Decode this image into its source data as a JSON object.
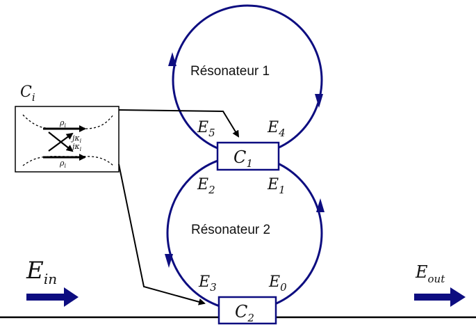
{
  "colors": {
    "ring": "#0d0d80",
    "ink": "#000000"
  },
  "coupler_inset": {
    "title": "C",
    "title_sub": "i",
    "rho_top": "ρ",
    "rho_top_sub": "i",
    "rho_bottom": "ρ",
    "rho_bottom_sub": "i",
    "kappa_top": "jκ",
    "kappa_top_sub": "i",
    "kappa_bottom": "jκ",
    "kappa_bottom_sub": "i"
  },
  "resonators": {
    "r1_label": "Résonateur 1",
    "r2_label": "Résonateur 2"
  },
  "couplers": {
    "c1": {
      "name": "C",
      "sub": "1"
    },
    "c2": {
      "name": "C",
      "sub": "2"
    }
  },
  "fields": {
    "e5": {
      "name": "E",
      "sub": "5"
    },
    "e4": {
      "name": "E",
      "sub": "4"
    },
    "e2": {
      "name": "E",
      "sub": "2"
    },
    "e1": {
      "name": "E",
      "sub": "1"
    },
    "e3": {
      "name": "E",
      "sub": "3"
    },
    "e0": {
      "name": "E",
      "sub": "0"
    },
    "ein": {
      "name": "E",
      "sub": "in"
    },
    "eout": {
      "name": "E",
      "sub": "out"
    }
  }
}
